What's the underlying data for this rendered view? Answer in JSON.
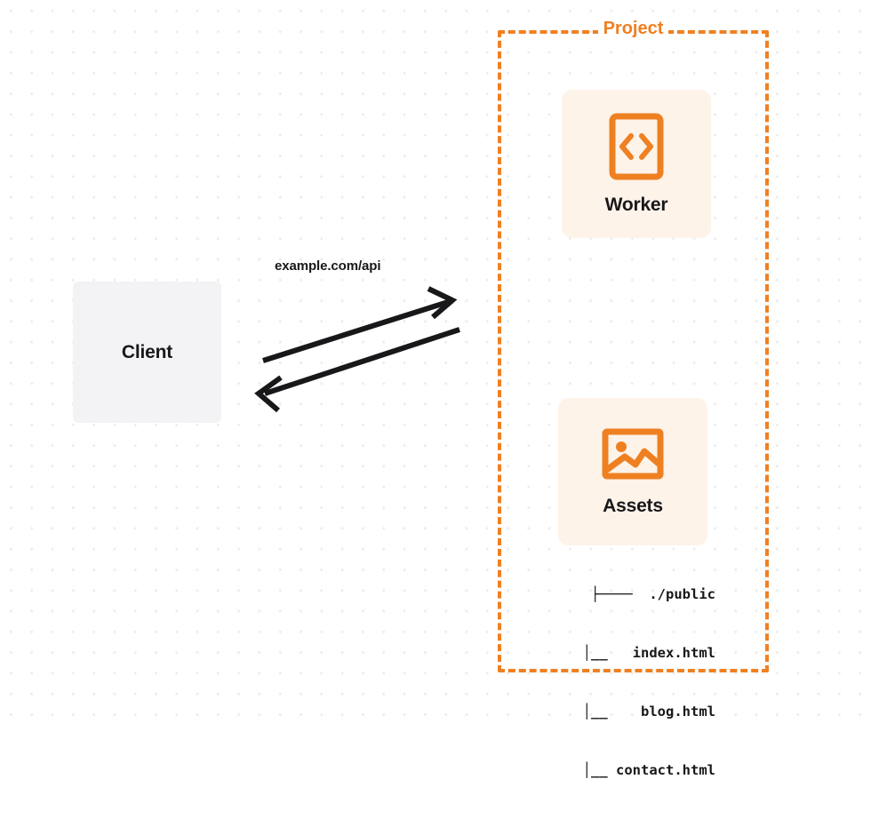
{
  "diagram": {
    "title": "Client to Project Worker and Assets request flow",
    "background": {
      "dot_color": "#ececee",
      "page_color": "#ffffff"
    },
    "colors": {
      "accent_orange": "#ef8022",
      "card_tint": "#fdf3e9",
      "client_fill": "#f3f3f5",
      "text_dark": "#18181b"
    }
  },
  "client": {
    "label": "Client",
    "icon": "box-node"
  },
  "connection": {
    "label": "example.com/api",
    "request_arrow": "arrow-right",
    "response_arrow": "arrow-left",
    "stroke_color": "#18181b"
  },
  "project": {
    "title": "Project",
    "border_style": "dashed",
    "nodes": [
      {
        "id": "worker",
        "label": "Worker",
        "icon": "code-brackets-icon"
      },
      {
        "id": "assets",
        "label": "Assets",
        "icon": "image-icon"
      }
    ],
    "file_tree": {
      "rows": [
        {
          "connector": "├────",
          "name": "./public"
        },
        {
          "connector": "│__",
          "name": "index.html"
        },
        {
          "connector": "│__",
          "name": "blog.html"
        },
        {
          "connector": "│__",
          "name": "contact.html"
        }
      ],
      "lines": [
        "├────  ./public",
        "  │__   index.html",
        "  │__    blog.html",
        "  │__ contact.html"
      ]
    }
  }
}
